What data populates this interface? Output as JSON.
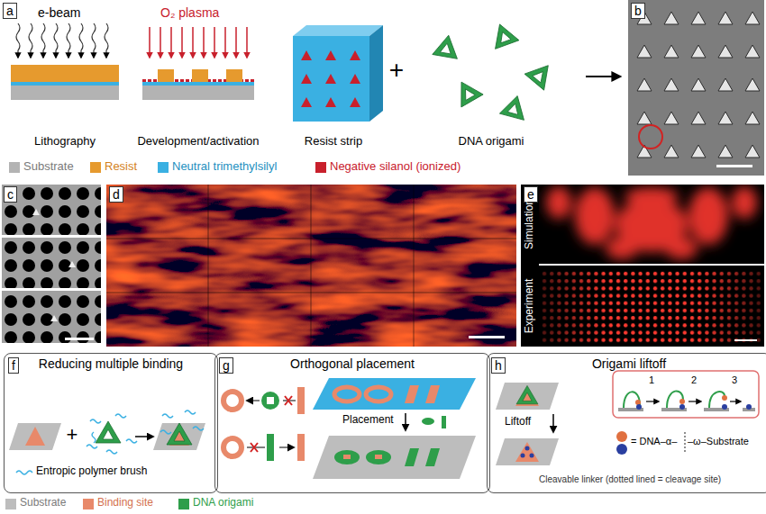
{
  "diagram": {
    "nodes": [
      {
        "text": [
          "Reducing multiple binding"
        ]
      },
      {
        "text": [
          "Orthogonal placement"
        ]
      },
      {
        "text": [
          "Origami liftoff"
        ]
      }
    ],
    "labels": [
      "a",
      "b",
      "c",
      "d",
      "e",
      "f",
      "g",
      "h",
      "e-beam",
      "O₂ plasma",
      "Lithography",
      "Development/activation",
      "Resist strip",
      "DNA origami",
      "+",
      "Simulation",
      "Experiment",
      "Entropic polymer brush",
      "Placement",
      "Liftoff",
      "1",
      "2",
      "3",
      "= DNA–α–",
      "–ω–Substrate",
      "Cleavable linker (dotted lined = cleavage site)",
      "+"
    ],
    "legend": [
      {
        "text": "Substrate",
        "color": "#b3b3b3"
      },
      {
        "text": "Resist",
        "color": "#e69a2e"
      },
      {
        "text": "Neutral trimethylsilyl",
        "color": "#3ab0e2"
      },
      {
        "text": "Negative silanol (ionized)",
        "color": "#c8202c"
      },
      {
        "text": "Substrate",
        "color": "#bdbdbd"
      },
      {
        "text": "Binding site",
        "color": "#e8896a"
      },
      {
        "text": "DNA origami",
        "color": "#2e9e4a"
      }
    ]
  }
}
